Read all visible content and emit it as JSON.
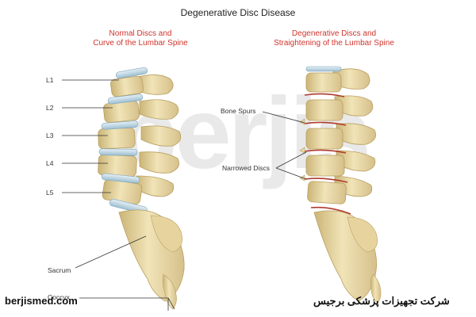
{
  "title": "Degenerative Disc Disease",
  "left_panel": {
    "heading_line1": "Normal Discs and",
    "heading_line2": "Curve of the Lumbar Spine",
    "labels": [
      "L1",
      "L2",
      "L3",
      "L4",
      "L5",
      "Sacrum",
      "Coccyx"
    ]
  },
  "right_panel": {
    "heading_line1": "Degenerative Discs and",
    "heading_line2": "Straightening of the Lumbar Spine",
    "bone_spurs_label": "Bone Spurs",
    "narrowed_discs_label": "Narrowed Discs"
  },
  "watermark": "berjis",
  "footer": {
    "website": "berjismed.com",
    "company": "شرکت تجهیزات پزشکی برجیس"
  },
  "colors": {
    "bone": "#ecdcaa",
    "bone_shade": "#c8b070",
    "disc_normal": "#b8d4e3",
    "disc_degenerated": "#b03a2e",
    "heading": "#d0342c"
  }
}
